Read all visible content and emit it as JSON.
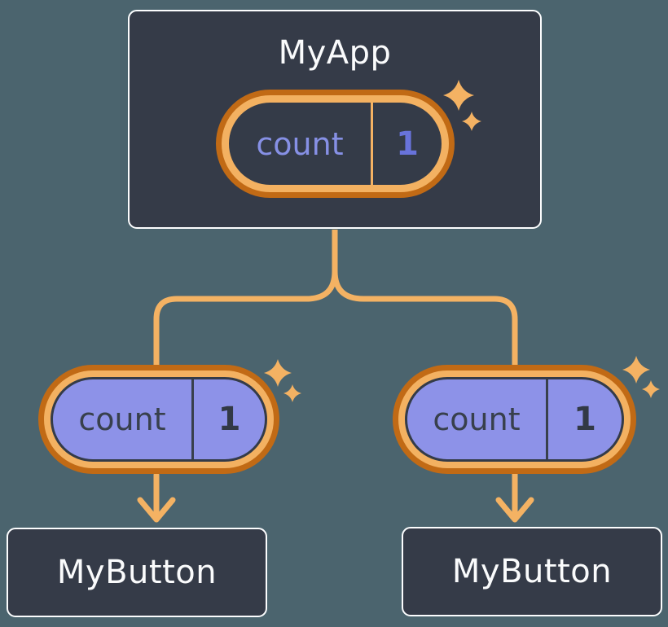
{
  "diagram": {
    "description": "React component tree sharing state down as props",
    "root": {
      "title": "MyApp",
      "state": {
        "name": "count",
        "value": "1"
      }
    },
    "children": [
      {
        "label": "MyButton",
        "prop": {
          "name": "count",
          "value": "1"
        }
      },
      {
        "label": "MyButton",
        "prop": {
          "name": "count",
          "value": "1"
        }
      }
    ],
    "icons": {
      "sparkle": "sparkle-icon"
    },
    "colors": {
      "background": "#4B646E",
      "node_fill": "#353B48",
      "node_border": "#FCFDFE",
      "node_text": "#FAFBFC",
      "pill_ring_outer": "#C16A15",
      "pill_ring_inner": "#F3B161",
      "state_pill_fill": "#343B48",
      "state_name_text": "#8690E5",
      "state_value_text": "#6873DB",
      "prop_pill_fill": "#8D92E8",
      "prop_text": "#38404C",
      "connector": "#F4B263",
      "sparkle": "#F4B263"
    }
  }
}
